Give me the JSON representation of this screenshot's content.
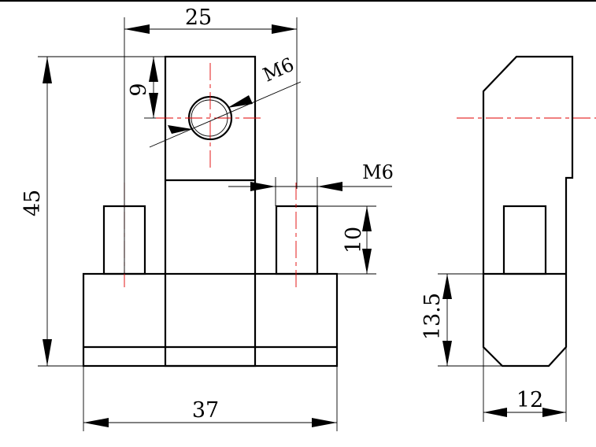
{
  "drawing": {
    "line_color": "#000000",
    "centerline_color": "#e00000",
    "background": "#ffffff"
  },
  "dimensions": {
    "top_width": "25",
    "overall_height": "45",
    "hole_offset": "9",
    "hole_thread": "M6",
    "stud_thread": "M6",
    "stud_height": "10",
    "base_width": "37",
    "base_height": "13.5",
    "side_depth": "12"
  }
}
